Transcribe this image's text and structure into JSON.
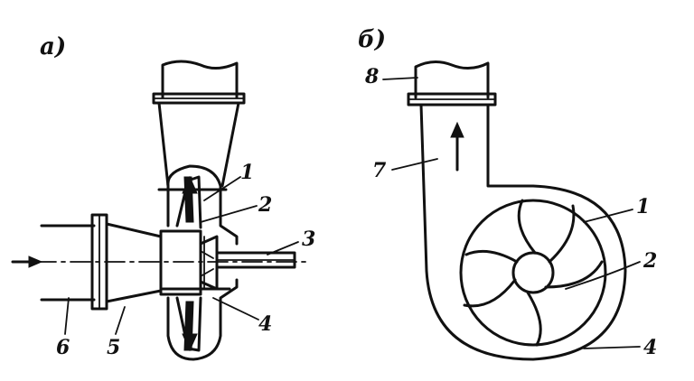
{
  "panels": {
    "a": {
      "label": "а)"
    },
    "b": {
      "label": "б)"
    }
  },
  "labels_a": [
    "1",
    "2",
    "3",
    "4",
    "5",
    "6"
  ],
  "labels_b": [
    "8",
    "7",
    "1",
    "2",
    "4"
  ]
}
